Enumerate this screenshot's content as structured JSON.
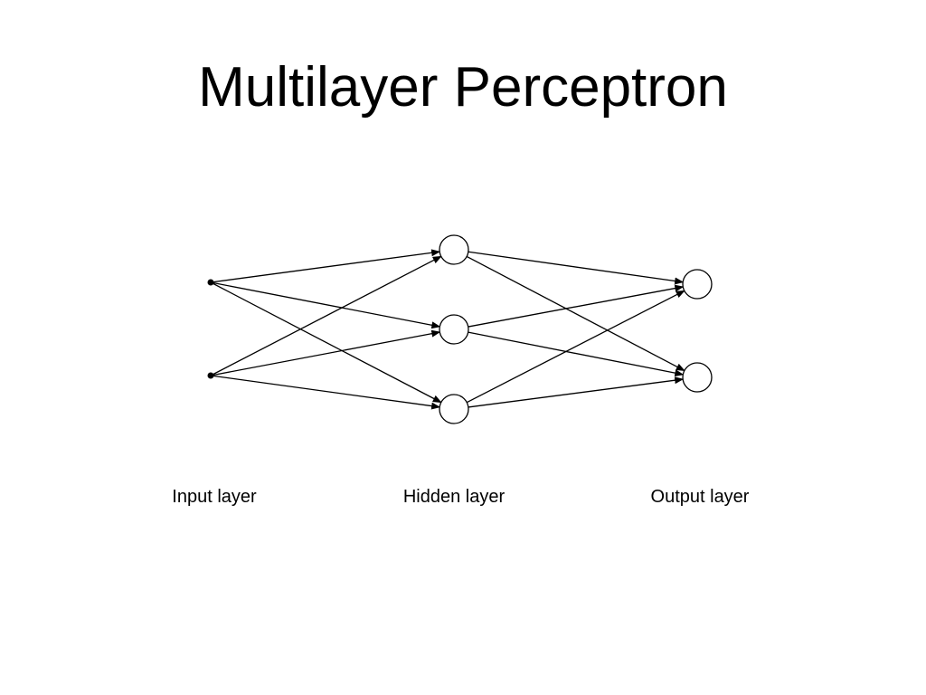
{
  "slide": {
    "title": "Multilayer Perceptron"
  },
  "network": {
    "input_nodes": 2,
    "hidden_nodes": 3,
    "output_nodes": 2,
    "connectivity": "fully-connected",
    "edge_style": "arrow"
  },
  "labels": {
    "input": "Input layer",
    "hidden": "Hidden layer",
    "output": "Output layer"
  },
  "colors": {
    "background": "#ffffff",
    "stroke": "#000000",
    "node_fill": "#ffffff",
    "text": "#000000"
  }
}
